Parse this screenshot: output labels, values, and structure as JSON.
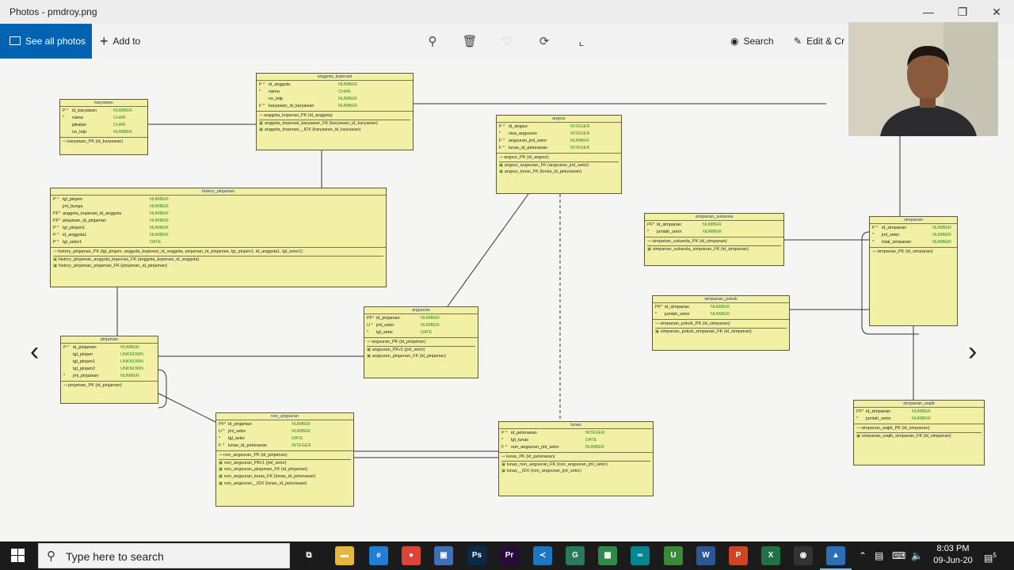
{
  "window": {
    "title": "Photos - pmdroy.png",
    "minimize_icon": "minimize-icon",
    "maximize_icon": "maximize-icon",
    "close_icon": "close-icon"
  },
  "toolbar": {
    "see_all_label": "See all photos",
    "add_to_label": "Add to",
    "search_label": "Search",
    "edit_create_label": "Edit & Cr"
  },
  "diagram": {
    "tables": [
      {
        "id": "karyawan",
        "name": "karyawan",
        "columns": [
          {
            "k": "P *",
            "n": "id_karyawan",
            "t": "NUMBER"
          },
          {
            "k": " *",
            "n": "nama",
            "t": "CHAR"
          },
          {
            "k": "",
            "n": "jabatan",
            "t": "CHAR"
          },
          {
            "k": "",
            "n": "no_telp",
            "t": "NUMBER"
          }
        ],
        "keys": [
          "karyawan_PK (id_karyawan)"
        ]
      },
      {
        "id": "anggota_koperasi",
        "name": "anggota_koperasi",
        "columns": [
          {
            "k": "P *",
            "n": "id_anggota",
            "t": "NUMBER"
          },
          {
            "k": " *",
            "n": "nama",
            "t": "CHAR"
          },
          {
            "k": "",
            "n": "no_telp",
            "t": "NUMBER"
          },
          {
            "k": "F *",
            "n": "karyawan_id_karyawan",
            "t": "NUMBER"
          }
        ],
        "keys": [
          "anggota_koperasi_PK (id_anggota)",
          "anggota_koperasi_karyawan_FK (karyawan_id_karyawan)",
          "anggota_koperasi__IDX (karyawan_id_karyawan)"
        ]
      },
      {
        "id": "angsur",
        "name": "angsur",
        "columns": [
          {
            "k": "P *",
            "n": "id_angsur",
            "t": "INTEGER"
          },
          {
            "k": " *",
            "n": "sisa_angsuran",
            "t": "INTEGER"
          },
          {
            "k": "F *",
            "n": "angsuran_jml_setor",
            "t": "NUMBER"
          },
          {
            "k": "F *",
            "n": "lunas_id_pelunasan",
            "t": "INTEGER"
          }
        ],
        "keys": [
          "angsur_PK (id_angsur)",
          "angsur_angsuran_FK (angsuran_jml_setor)",
          "angsur_lunas_FK (lunas_id_pelunasan)"
        ]
      },
      {
        "id": "history_pinjaman",
        "name": "history_pinjaman",
        "columns": [
          {
            "k": "P *",
            "n": "tgl_pinjam",
            "t": "NUMBER"
          },
          {
            "k": "",
            "n": "jml_bunga",
            "t": "NUMBER"
          },
          {
            "k": "PF*",
            "n": "anggota_koperasi_id_anggota",
            "t": "NUMBER"
          },
          {
            "k": "PF*",
            "n": "pinjaman_id_pinjaman",
            "t": "NUMBER"
          },
          {
            "k": "P *",
            "n": "tgl_pinjam1",
            "t": "NUMBER"
          },
          {
            "k": "P *",
            "n": "id_anggota1",
            "t": "NUMBER"
          },
          {
            "k": "P *",
            "n": "tgl_setor1",
            "t": "DATE"
          }
        ],
        "keys": [
          "history_pinjaman_PK (tgl_pinjam, anggota_koperasi_id_anggota, pinjaman_id_pinjaman, tgl_pinjam1, id_anggota1, tgl_setor1)",
          "history_pinjaman_anggota_koperasi_FK (anggota_koperasi_id_anggota)",
          "history_pinjaman_pinjaman_FK (pinjaman_id_pinjaman)"
        ]
      },
      {
        "id": "simpanan_sukarela",
        "name": "simpanan_sukarela",
        "columns": [
          {
            "k": "PF*",
            "n": "id_simpanan",
            "t": "NUMBER"
          },
          {
            "k": " *",
            "n": "jumlah_setor",
            "t": "NUMBER"
          }
        ],
        "keys": [
          "simpanan_sukarela_PK (id_simpanan)",
          "simpanan_sukarela_simpanan_FK (id_simpanan)"
        ]
      },
      {
        "id": "simpanan",
        "name": "simpanan",
        "columns": [
          {
            "k": "P *",
            "n": "id_simpanan",
            "t": "NUMBER"
          },
          {
            "k": " *",
            "n": "jml_setor",
            "t": "NUMBER"
          },
          {
            "k": " *",
            "n": "total_simpanan",
            "t": "NUMBER"
          }
        ],
        "keys": [
          "simpanan_PK (id_simpanan)"
        ]
      },
      {
        "id": "simpanan_pokok",
        "name": "simpanan_pokok",
        "columns": [
          {
            "k": "PF*",
            "n": "id_simpanan",
            "t": "NUMBER"
          },
          {
            "k": " *",
            "n": "jumlah_setor",
            "t": "NUMBER"
          }
        ],
        "keys": [
          "simpanan_pokok_PK (id_simpanan)",
          "simpanan_pokok_simpanan_FK (id_simpanan)"
        ]
      },
      {
        "id": "angsuran",
        "name": "angsuran",
        "columns": [
          {
            "k": "PF*",
            "n": "id_pinjaman",
            "t": "NUMBER"
          },
          {
            "k": "U *",
            "n": "jml_setor",
            "t": "NUMBER"
          },
          {
            "k": " *",
            "n": "tgl_setor",
            "t": "DATE"
          }
        ],
        "keys": [
          "angsuran_PK (id_pinjaman)",
          "angsuran_PKv1 (jml_setor)",
          "angsuran_pinjaman_FK (id_pinjaman)"
        ]
      },
      {
        "id": "pinjaman",
        "name": "pinjaman",
        "columns": [
          {
            "k": "P *",
            "n": "id_pinjaman",
            "t": "NUMBER"
          },
          {
            "k": "",
            "n": "tgl_pinjam",
            "t": "UNKNOWN"
          },
          {
            "k": "",
            "n": "tgl_pinjam1",
            "t": "UNKNOWN"
          },
          {
            "k": "",
            "n": "tgl_pinjam2",
            "t": "UNKNOWN"
          },
          {
            "k": " *",
            "n": "jml_pinjaman",
            "t": "NUMBER"
          }
        ],
        "keys": [
          "pinjaman_PK (id_pinjaman)"
        ]
      },
      {
        "id": "non_angsuran",
        "name": "non_angsuran",
        "columns": [
          {
            "k": "PF*",
            "n": "id_pinjaman",
            "t": "NUMBER"
          },
          {
            "k": "U *",
            "n": "jml_setor",
            "t": "NUMBER"
          },
          {
            "k": " *",
            "n": "tgl_setor",
            "t": "DATE"
          },
          {
            "k": "F *",
            "n": "lunas_id_pelunasan",
            "t": "INTEGER"
          }
        ],
        "keys": [
          "non_angsuran_PK (id_pinjaman)",
          "non_angsuran_PKv1 (jml_setor)",
          "non_angsuran_pinjaman_FK (id_pinjaman)",
          "non_angsuran_lunas_FK (lunas_id_pelunasan)",
          "non_angsuran__IDX (lunas_id_pelunasan)"
        ]
      },
      {
        "id": "lunas",
        "name": "lunas",
        "columns": [
          {
            "k": "P *",
            "n": "id_pelunasan",
            "t": "INTEGER"
          },
          {
            "k": " *",
            "n": "tgl_lunas",
            "t": "DATE"
          },
          {
            "k": "F *",
            "n": "non_angsuran_jml_setor",
            "t": "NUMBER"
          }
        ],
        "keys": [
          "lunas_PK (id_pelunasan)",
          "lunas_non_angsuran_FK (non_angsuran_jml_setor)",
          "lunas__IDX (non_angsuran_jml_setor)"
        ]
      },
      {
        "id": "simpanan_wajib",
        "name": "simpanan_wajib",
        "columns": [
          {
            "k": "PF*",
            "n": "id_simpanan",
            "t": "NUMBER"
          },
          {
            "k": " *",
            "n": "jumlah_setor",
            "t": "NUMBER"
          }
        ],
        "keys": [
          "simpanan_wajib_PK (id_simpanan)",
          "simpanan_wajib_simpanan_FK (id_simpanan)"
        ]
      }
    ]
  },
  "taskbar": {
    "search_placeholder": "Type here to search",
    "apps": [
      {
        "name": "task-view",
        "label": "⧉",
        "color": "#1b1b1b"
      },
      {
        "name": "file-explorer",
        "label": "▬",
        "color": "#e8b63a"
      },
      {
        "name": "edge",
        "label": "e",
        "color": "#1f7fd8"
      },
      {
        "name": "chrome",
        "label": "●",
        "color": "#db4437"
      },
      {
        "name": "virtualbox",
        "label": "▣",
        "color": "#3e6fb8"
      },
      {
        "name": "photoshop",
        "label": "Ps",
        "color": "#0a2a4a"
      },
      {
        "name": "premiere",
        "label": "Pr",
        "color": "#2a0a3a"
      },
      {
        "name": "vscode",
        "label": "≺",
        "color": "#1c77c3"
      },
      {
        "name": "gitkraken",
        "label": "G",
        "color": "#2a7a5a"
      },
      {
        "name": "excel-alt",
        "label": "▦",
        "color": "#2f8a4a"
      },
      {
        "name": "arduino",
        "label": "∞",
        "color": "#00878f"
      },
      {
        "name": "upwork",
        "label": "U",
        "color": "#3a8a3a"
      },
      {
        "name": "word",
        "label": "W",
        "color": "#2b5797"
      },
      {
        "name": "powerpoint",
        "label": "P",
        "color": "#d04423"
      },
      {
        "name": "excel",
        "label": "X",
        "color": "#1f7244"
      },
      {
        "name": "obs",
        "label": "◉",
        "color": "#333"
      },
      {
        "name": "photos",
        "label": "▲",
        "color": "#2a6fb8"
      }
    ],
    "time": "8:03 PM",
    "date": "09-Jun-20",
    "notification_count": "5"
  }
}
